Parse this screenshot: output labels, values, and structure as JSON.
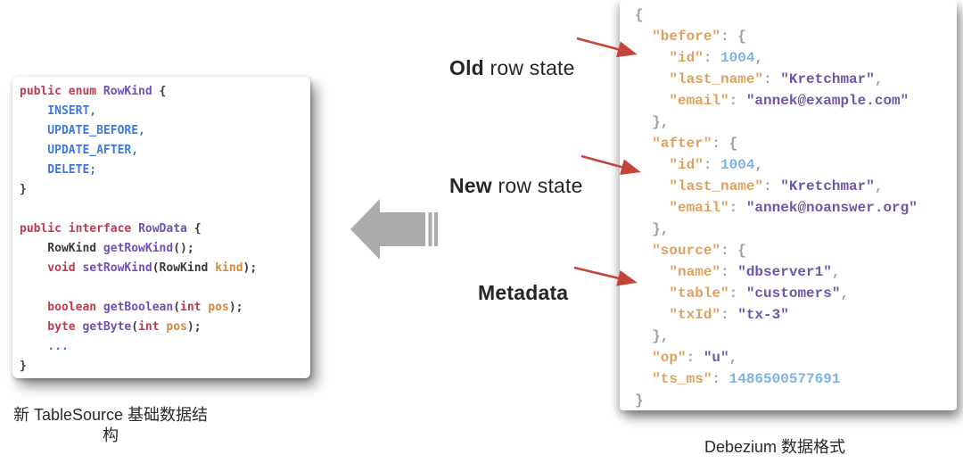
{
  "diagram": {
    "annotations": {
      "old": {
        "bold": "Old",
        "rest": " row state"
      },
      "new": {
        "bold": "New",
        "rest": " row state"
      },
      "metadata": {
        "bold": "Metadata",
        "rest": ""
      }
    },
    "captions": {
      "code_line1": "新 TableSource 基础数据结",
      "code_line2": "构",
      "json": "Debezium 数据格式"
    },
    "icons": {
      "gray_arrow": "left-block-arrow",
      "red_arrow_1": "arrow-to-before-section",
      "red_arrow_2": "arrow-to-after-section",
      "red_arrow_3": "arrow-to-source-section"
    },
    "colors": {
      "red_arrow": "#c2443a",
      "gray_arrow": "#ababab",
      "code_keyword": "#c0394f",
      "code_type": "#7050b8",
      "code_constant": "#3e78d8",
      "code_param": "#d4883a",
      "json_key": "#dfa05e",
      "json_string": "#6f55a8",
      "json_number": "#7fb2e4",
      "json_punct": "#9aa0a6"
    }
  },
  "code_block": {
    "lines": [
      [
        [
          "kw",
          "public enum "
        ],
        [
          "ty",
          "RowKind "
        ],
        [
          "pl",
          "{"
        ]
      ],
      [
        [
          "cn",
          "    INSERT,"
        ]
      ],
      [
        [
          "cn",
          "    UPDATE_BEFORE,"
        ]
      ],
      [
        [
          "cn",
          "    UPDATE_AFTER,"
        ]
      ],
      [
        [
          "cn",
          "    DELETE;"
        ]
      ],
      [
        [
          "pl",
          "}"
        ]
      ],
      [],
      [
        [
          "kw",
          "public interface "
        ],
        [
          "ty",
          "RowData "
        ],
        [
          "pl",
          "{"
        ]
      ],
      [
        [
          "pl",
          "    RowKind "
        ],
        [
          "ty",
          "getRowKind"
        ],
        [
          "pl",
          "();"
        ]
      ],
      [
        [
          "kw",
          "    void "
        ],
        [
          "ty",
          "setRowKind"
        ],
        [
          "pl",
          "(RowKind "
        ],
        [
          "pm",
          "kind"
        ],
        [
          "pl",
          ");"
        ]
      ],
      [],
      [
        [
          "kw",
          "    boolean "
        ],
        [
          "ty",
          "getBoolean"
        ],
        [
          "pl",
          "("
        ],
        [
          "kw",
          "int"
        ],
        [
          "pl",
          " "
        ],
        [
          "pm",
          "pos"
        ],
        [
          "pl",
          ");"
        ]
      ],
      [
        [
          "kw",
          "    byte "
        ],
        [
          "ty",
          "getByte"
        ],
        [
          "pl",
          "("
        ],
        [
          "kw",
          "int"
        ],
        [
          "pl",
          " "
        ],
        [
          "pm",
          "pos"
        ],
        [
          "pl",
          ");"
        ]
      ],
      [
        [
          "el",
          "    ..."
        ]
      ],
      [
        [
          "pl",
          "}"
        ]
      ]
    ]
  },
  "json_block": {
    "lines": [
      [
        [
          "pn",
          "{"
        ]
      ],
      [
        [
          "key",
          "  \"before\""
        ],
        [
          "pn",
          ": {"
        ]
      ],
      [
        [
          "key",
          "    \"id\""
        ],
        [
          "pn",
          ": "
        ],
        [
          "num",
          "1004"
        ],
        [
          "pn",
          ","
        ]
      ],
      [
        [
          "key",
          "    \"last_name\""
        ],
        [
          "pn",
          ": "
        ],
        [
          "str",
          "\"Kretchmar\""
        ],
        [
          "pn",
          ","
        ]
      ],
      [
        [
          "key",
          "    \"email\""
        ],
        [
          "pn",
          ": "
        ],
        [
          "str",
          "\"annek@example.com\""
        ]
      ],
      [
        [
          "pn",
          "  },"
        ]
      ],
      [
        [
          "key",
          "  \"after\""
        ],
        [
          "pn",
          ": {"
        ]
      ],
      [
        [
          "key",
          "    \"id\""
        ],
        [
          "pn",
          ": "
        ],
        [
          "num",
          "1004"
        ],
        [
          "pn",
          ","
        ]
      ],
      [
        [
          "key",
          "    \"last_name\""
        ],
        [
          "pn",
          ": "
        ],
        [
          "str",
          "\"Kretchmar\""
        ],
        [
          "pn",
          ","
        ]
      ],
      [
        [
          "key",
          "    \"email\""
        ],
        [
          "pn",
          ": "
        ],
        [
          "str",
          "\"annek@noanswer.org\""
        ]
      ],
      [
        [
          "pn",
          "  },"
        ]
      ],
      [
        [
          "key",
          "  \"source\""
        ],
        [
          "pn",
          ": {"
        ]
      ],
      [
        [
          "key",
          "    \"name\""
        ],
        [
          "pn",
          ": "
        ],
        [
          "str",
          "\"dbserver1\""
        ],
        [
          "pn",
          ","
        ]
      ],
      [
        [
          "key",
          "    \"table\""
        ],
        [
          "pn",
          ": "
        ],
        [
          "str",
          "\"customers\""
        ],
        [
          "pn",
          ","
        ]
      ],
      [
        [
          "key",
          "    \"txId\""
        ],
        [
          "pn",
          ": "
        ],
        [
          "str",
          "\"tx-3\""
        ]
      ],
      [
        [
          "pn",
          "  },"
        ]
      ],
      [
        [
          "key",
          "  \"op\""
        ],
        [
          "pn",
          ": "
        ],
        [
          "str",
          "\"u\""
        ],
        [
          "pn",
          ","
        ]
      ],
      [
        [
          "key",
          "  \"ts_ms\""
        ],
        [
          "pn",
          ": "
        ],
        [
          "num",
          "1486500577691"
        ]
      ],
      [
        [
          "pn",
          "}"
        ]
      ]
    ]
  }
}
